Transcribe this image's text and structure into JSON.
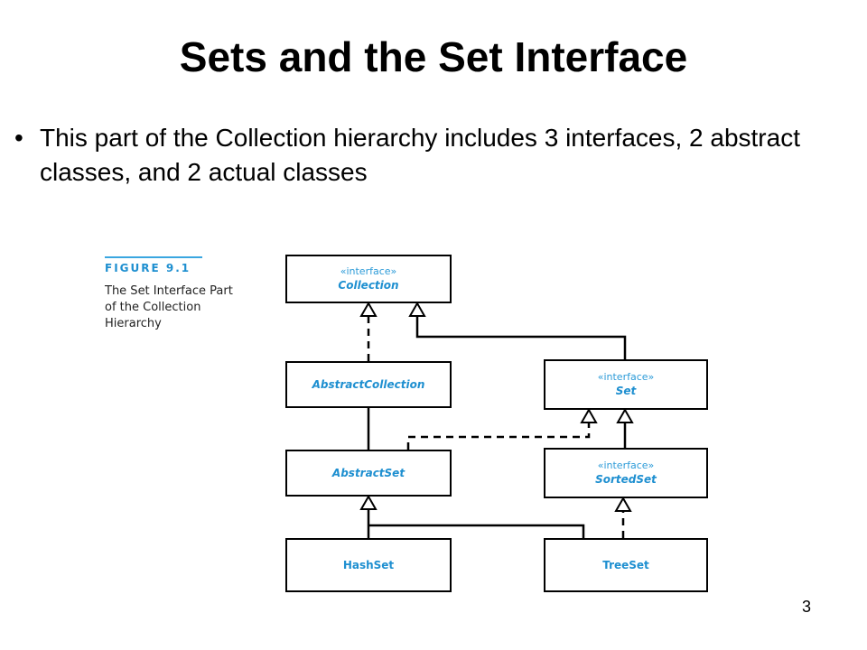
{
  "slide": {
    "title": "Sets and the Set Interface",
    "bullet": "This part of the Collection hierarchy includes 3 interfaces, 2 abstract classes, and 2 actual classes",
    "page_number": "3"
  },
  "figure": {
    "label": "FIGURE 9.1",
    "caption_lines": [
      "The Set Interface Part",
      "of the Collection",
      "Hierarchy"
    ],
    "accent_color": "#1e8fd0",
    "boxes": {
      "collection": {
        "stereotype": "«interface»",
        "name": "Collection"
      },
      "abstract_collection": {
        "name": "AbstractCollection"
      },
      "set": {
        "stereotype": "«interface»",
        "name": "Set"
      },
      "abstract_set": {
        "name": "AbstractSet"
      },
      "sorted_set": {
        "stereotype": "«interface»",
        "name": "SortedSet"
      },
      "hash_set": {
        "name": "HashSet"
      },
      "tree_set": {
        "name": "TreeSet"
      }
    }
  }
}
